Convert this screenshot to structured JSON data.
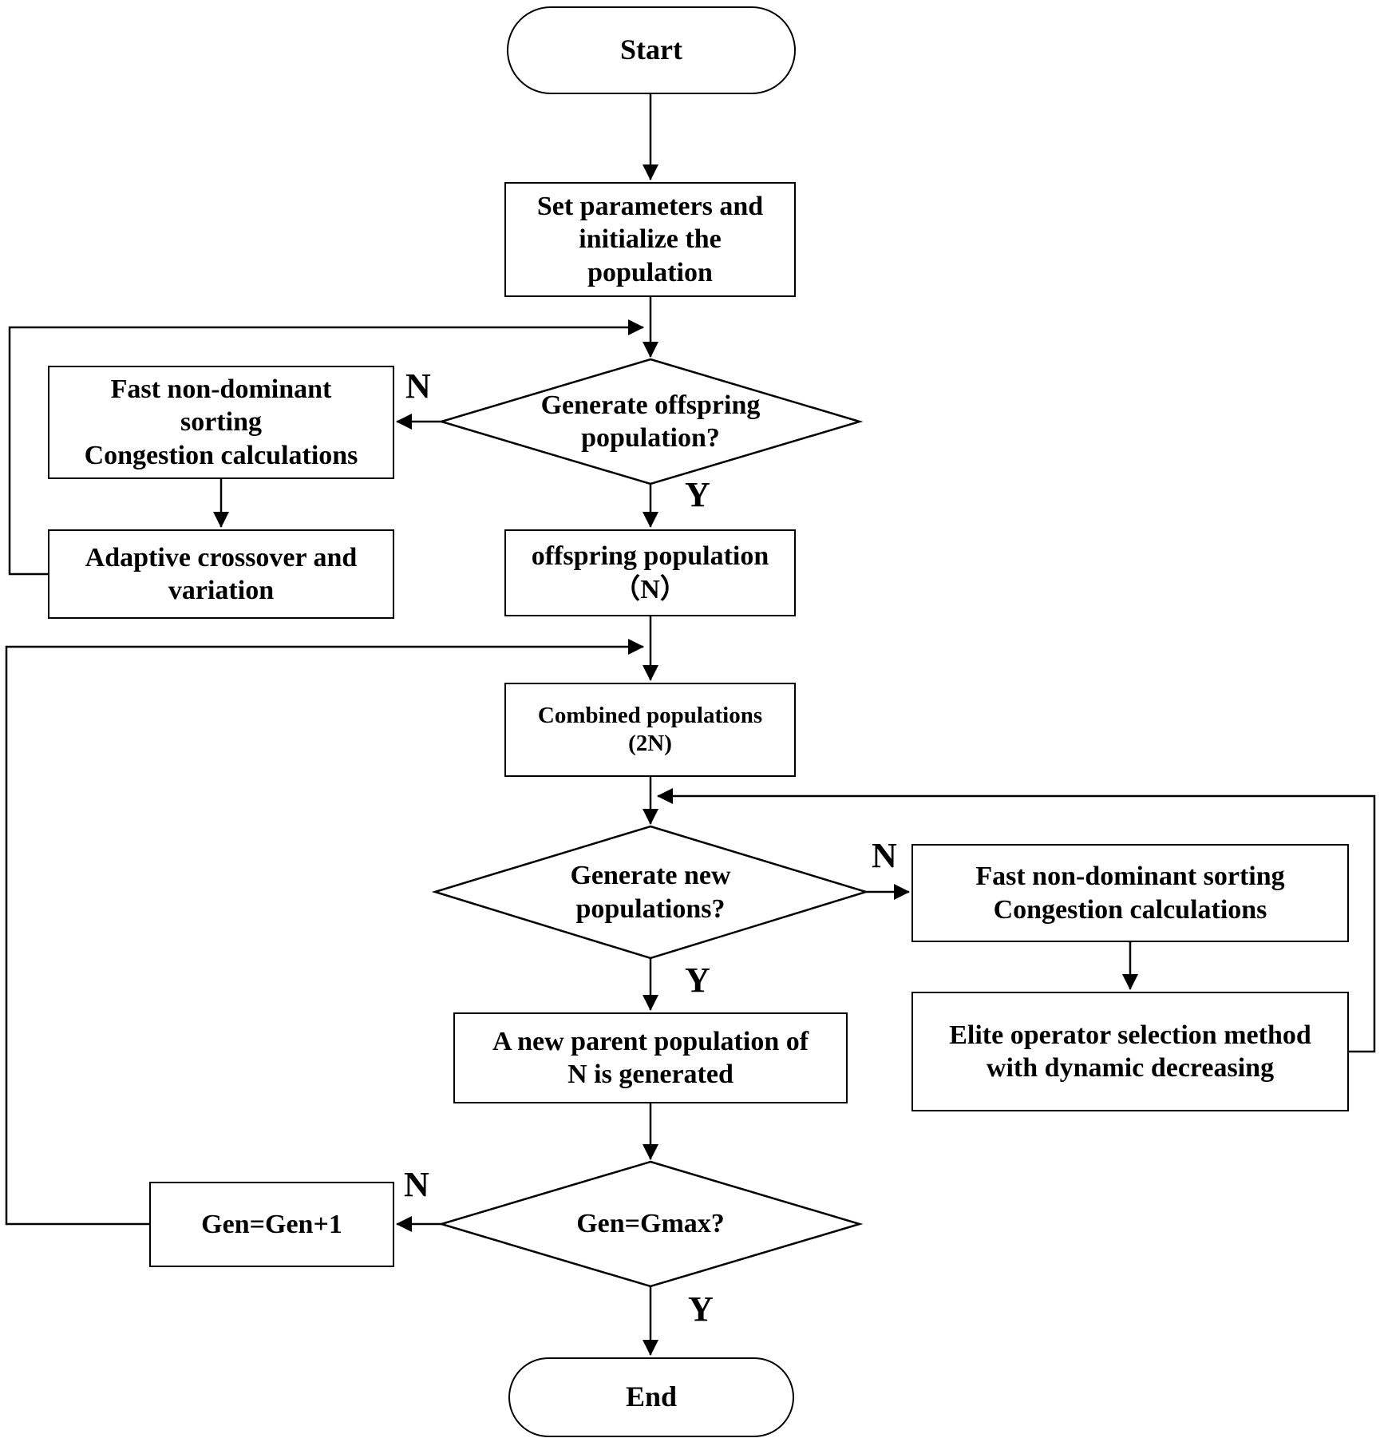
{
  "page": {
    "background": "#ffffff",
    "line_color": "#000000",
    "text_color": "#000000"
  },
  "nodes": {
    "start": {
      "label": "Start"
    },
    "init": {
      "label": "Set parameters and\ninitialize the\npopulation"
    },
    "decision_offspring": {
      "label": "Generate offspring\npopulation?"
    },
    "fast_sort_left": {
      "label": "Fast non-dominant\nsorting\nCongestion calculations"
    },
    "adaptive_crossover": {
      "label": "Adaptive crossover and\nvariation"
    },
    "offspring_population": {
      "label": "offspring population\n（N）"
    },
    "combined_populations": {
      "label": "Combined populations\n(2N)"
    },
    "decision_new_pop": {
      "label": "Generate new\npopulations?"
    },
    "fast_sort_right": {
      "label": "Fast non-dominant sorting\nCongestion calculations"
    },
    "elite_operator": {
      "label": "Elite operator selection method\nwith dynamic decreasing"
    },
    "new_parent": {
      "label": "A new parent population of\nN is generated"
    },
    "decision_gmax": {
      "label": "Gen=Gmax?"
    },
    "gen_increment": {
      "label": "Gen=Gen+1"
    },
    "end": {
      "label": "End"
    }
  },
  "branch_labels": {
    "offspring_no": "N",
    "offspring_yes": "Y",
    "new_pop_no": "N",
    "new_pop_yes": "Y",
    "gmax_no": "N",
    "gmax_yes": "Y"
  }
}
